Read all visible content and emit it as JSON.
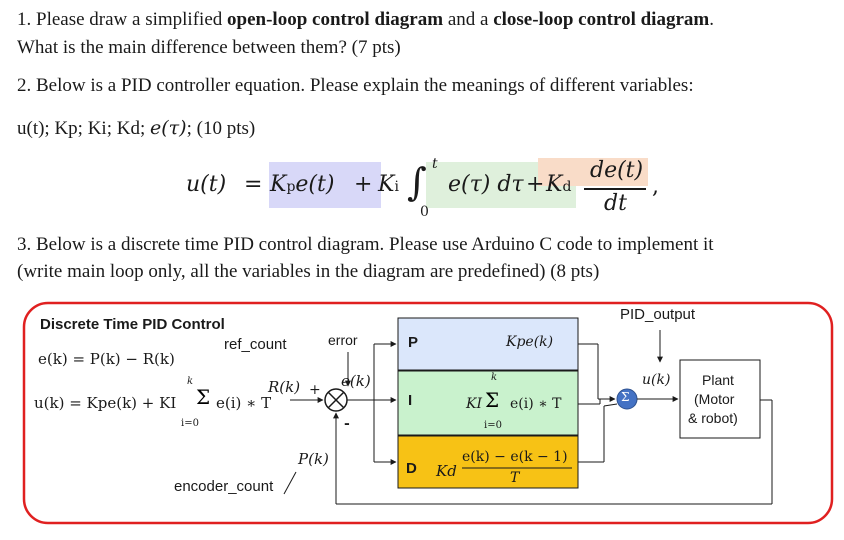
{
  "q1": {
    "line1_pre": "1. Please draw a simplified ",
    "line1_bold1": "open-loop control diagram",
    "line1_mid": " and a ",
    "line1_bold2": "close-loop control diagram",
    "line1_end": ".",
    "line2": "What is the main difference between them? (7 pts)"
  },
  "q2": {
    "line1": "2. Below is a PID controller equation. Please explain the meanings of different variables:",
    "line2_vars": "u(t); Kp; Ki; Kd; ",
    "line2_e": "e(τ)",
    "line2_end": "; (10 pts)"
  },
  "equation": {
    "lhs": "u(t)",
    "eq": "=",
    "p_term": "Kpe(t)",
    "plus1": "+",
    "ki": "Ki",
    "integral_upper": "t",
    "integral_lower": "0",
    "integrand": "e(τ) dτ",
    "plus2": "+",
    "kd": "Kd",
    "deriv_num": "de(t)",
    "deriv_den": "dt",
    "comma": ","
  },
  "q3": {
    "line1": "3. Below is a discrete time PID control diagram.  Please use Arduino C code to implement it",
    "line2": "(write main loop only, all the variables in the diagram are predefined)  (8 pts)"
  },
  "diagram": {
    "title": "Discrete Time PID Control",
    "eq_error": "e(k) = P(k) − R(k)",
    "eq_u_lhs": "u(k) = Kpe(k) + KI",
    "eq_u_sum_top": "k",
    "eq_u_sum_bottom": "i=0",
    "eq_u_rhs": "e(i) ∗ T",
    "ref_count": "ref_count",
    "error_label": "error",
    "rk": "R(k)",
    "ek": "e(k)",
    "pk": "P(k)",
    "plus_sign": "+",
    "minus_sign": "-",
    "encoder_count": "encoder_count",
    "p_letter": "P",
    "i_letter": "I",
    "d_letter": "D",
    "p_expr": "Kpe(k)",
    "i_expr_ki": "KI",
    "i_expr_top": "k",
    "i_expr_bottom": "i=0",
    "i_expr_rhs": "e(i) ∗ T",
    "d_expr_kd": "Kd",
    "d_expr_num": "e(k) − e(k − 1)",
    "d_expr_den": "T",
    "pid_output": "PID_output",
    "uk": "u(k)",
    "sigma": "Σ",
    "plant_line1": "Plant",
    "plant_line2": "(Motor",
    "plant_line3": "& robot)"
  },
  "colors": {
    "p_highlight": "#d8d8f8",
    "i_highlight": "#dff0dc",
    "d_highlight": "#f9dcc8",
    "p_box": "#dbe7fb",
    "i_box": "#c9f2cd",
    "d_box": "#f7c215",
    "outline_red": "#e02020",
    "sigma_blue": "#4472c4"
  }
}
